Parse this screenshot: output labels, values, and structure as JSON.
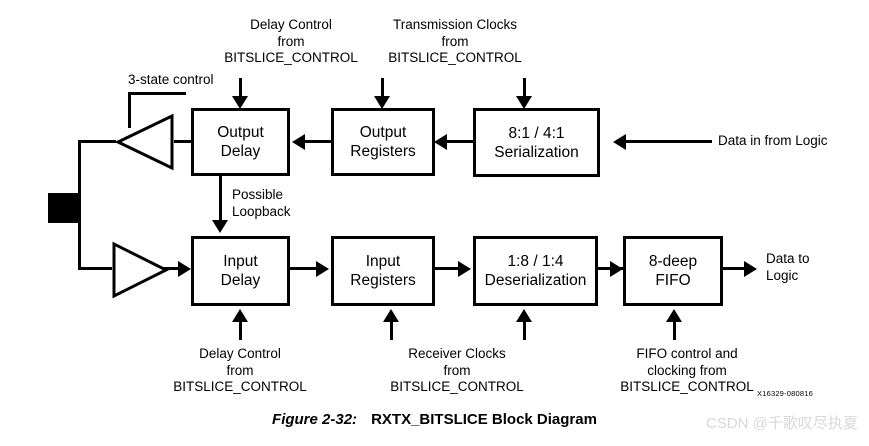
{
  "figure": {
    "number": "Figure 2-32:",
    "title": "RXTX_BITSLICE Block Diagram",
    "id_code": "X16329-080816",
    "watermark": "CSDN @千歌叹尽执夏"
  },
  "blocks": {
    "output_delay": {
      "line1": "Output",
      "line2": "Delay"
    },
    "output_registers": {
      "line1": "Output",
      "line2": "Registers"
    },
    "serialization": {
      "line1": "8:1 / 4:1",
      "line2": "Serialization"
    },
    "input_delay": {
      "line1": "Input",
      "line2": "Delay"
    },
    "input_registers": {
      "line1": "Input",
      "line2": "Registers"
    },
    "deserialization": {
      "line1": "1:8 / 1:4",
      "line2": "Deserialization"
    },
    "fifo": {
      "line1": "8-deep",
      "line2": "FIFO"
    }
  },
  "labels": {
    "three_state_control": "3-state control",
    "possible_loopback_l1": "Possible",
    "possible_loopback_l2": "Loopback",
    "data_in_from_logic": "Data in from Logic",
    "data_to_logic_l1": "Data to",
    "data_to_logic_l2": "Logic",
    "delay_control_top": {
      "line1": "Delay Control",
      "line2": "from",
      "line3": "BITSLICE_CONTROL"
    },
    "transmission_clocks": {
      "line1": "Transmission Clocks",
      "line2": "from",
      "line3": "BITSLICE_CONTROL"
    },
    "delay_control_bottom": {
      "line1": "Delay Control",
      "line2": "from",
      "line3": "BITSLICE_CONTROL"
    },
    "receiver_clocks": {
      "line1": "Receiver Clocks",
      "line2": "from",
      "line3": "BITSLICE_CONTROL"
    },
    "fifo_control": {
      "line1": "FIFO control and",
      "line2": "clocking from",
      "line3": "BITSLICE_CONTROL"
    }
  },
  "colors": {
    "stroke": "#000000",
    "background": "#ffffff",
    "watermark": "#d8d8d8"
  }
}
